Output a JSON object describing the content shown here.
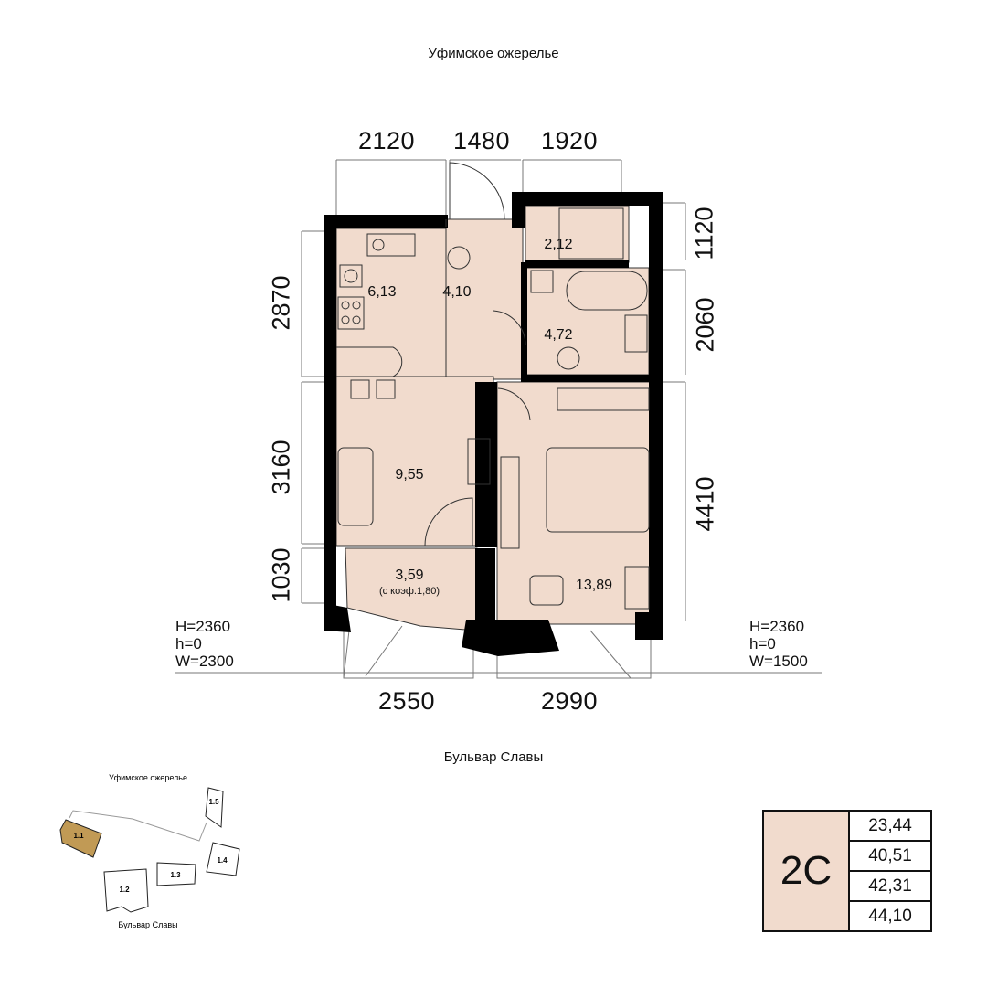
{
  "streets": {
    "top": "Уфимское ожерелье",
    "bottom": "Бульвар Славы"
  },
  "dimensions": {
    "top": [
      "2120",
      "1480",
      "1920"
    ],
    "bottom": [
      "2550",
      "2990"
    ],
    "left": [
      "2870",
      "3160",
      "1030"
    ],
    "right": [
      "1120",
      "2060",
      "4410"
    ]
  },
  "windows": {
    "left": {
      "H": "H=2360",
      "h": "h=0",
      "W": "W=2300"
    },
    "right": {
      "H": "H=2360",
      "h": "h=0",
      "W": "W=1500"
    }
  },
  "rooms": {
    "kitchen": "6,13",
    "hall": "4,10",
    "storage": "2,12",
    "bathroom": "4,72",
    "living": "9,55",
    "balcony": "3,59",
    "balcony_note": "(с коэф.1,80)",
    "bedroom": "13,89"
  },
  "site_plan": {
    "street_top": "Уфимское ожерелье",
    "street_bottom": "Бульвар Славы",
    "buildings": [
      "1.1",
      "1.2",
      "1.3",
      "1.4",
      "1.5"
    ],
    "highlight": "1.1",
    "highlight_color": "#c19a55"
  },
  "info": {
    "type": "2С",
    "areas": [
      "23,44",
      "40,51",
      "42,31",
      "44,10"
    ]
  },
  "colors": {
    "room_fill": "#f1dbcd",
    "wall": "#000000"
  }
}
